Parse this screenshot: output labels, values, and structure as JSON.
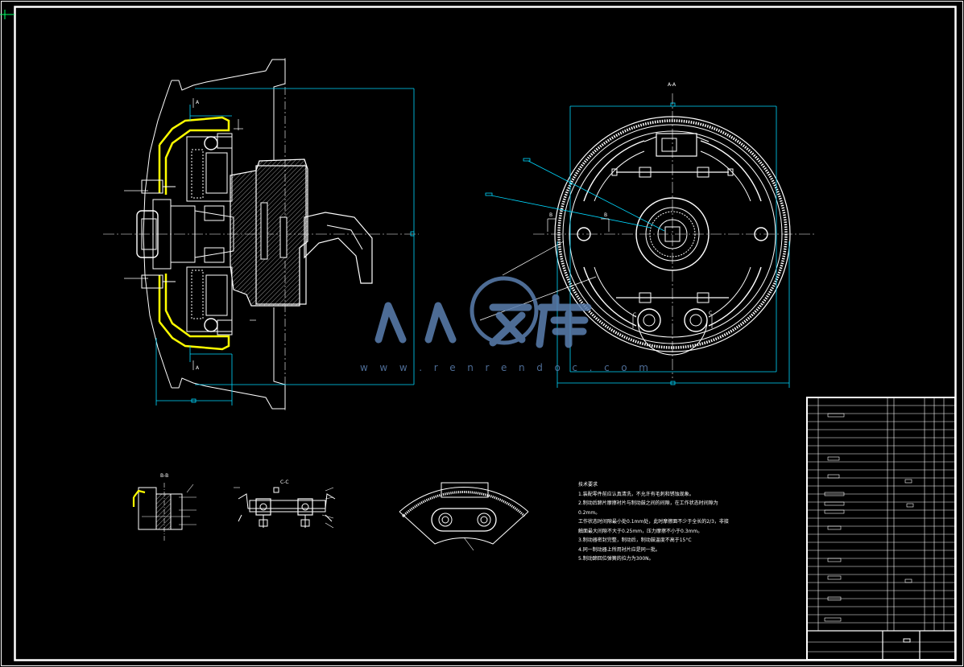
{
  "view_labels": {
    "section_aa": "A-A",
    "section_bb": "B-B",
    "section_cc": "C-C",
    "mark_a_top": "A",
    "mark_a_bottom": "A",
    "mark_b_left": "B",
    "mark_b_right": "B",
    "mark_c_left": "C",
    "mark_c_right": "C"
  },
  "technical_requirements": {
    "title": "技术要求",
    "lines": [
      "1.装配零件前应认真清洗，不允许有毛刺和锈蚀现象。",
      "2.制动后蹄片摩擦衬片与制动鼓之间的间隙，在工作状态时间隙为",
      "0.2mm。",
      "工作状态时间隙最小处0.1mm处，此时摩擦面不少于全长的2/3，非接",
      "触面最大间隙不大于0.25mm，压力摩擦不小于0.3mm。",
      "3.制动器密封完整，制动后，制动鼓温度不高于15°C",
      "4.同一制动器上所用衬片应是同一批。",
      "5.制动蹄回位弹簧的拉力为300N。"
    ]
  },
  "watermark": {
    "brand": "人人文库",
    "url": "w w w . r e n r e n d o c . c o m"
  },
  "colors": {
    "background": "#000000",
    "line": "#ffffff",
    "dimension": "#00d8ff",
    "highlight": "#ffff00",
    "watermark": "#5b7fb0"
  }
}
